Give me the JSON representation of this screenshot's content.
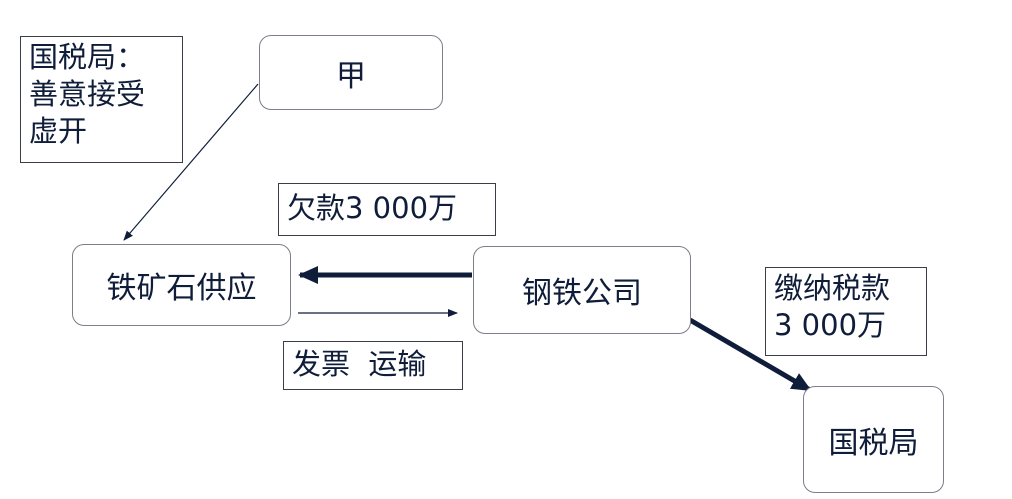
{
  "nodes": {
    "jia": "甲",
    "iron_ore_supplier": "铁矿石供应",
    "steel_company": "钢铁公司",
    "tax_bureau": "国税局"
  },
  "labels": {
    "tax_bureau_note": [
      "国税局：",
      "善意接受",
      "虚开"
    ],
    "debt": "欠款3 000万",
    "invoice_transport": "发票  运输",
    "pay_tax": [
      "缴纳税款",
      "3 000万"
    ]
  },
  "colors": {
    "arrow_dark": "#0f1d3a",
    "node_border": "#7a7f88"
  }
}
